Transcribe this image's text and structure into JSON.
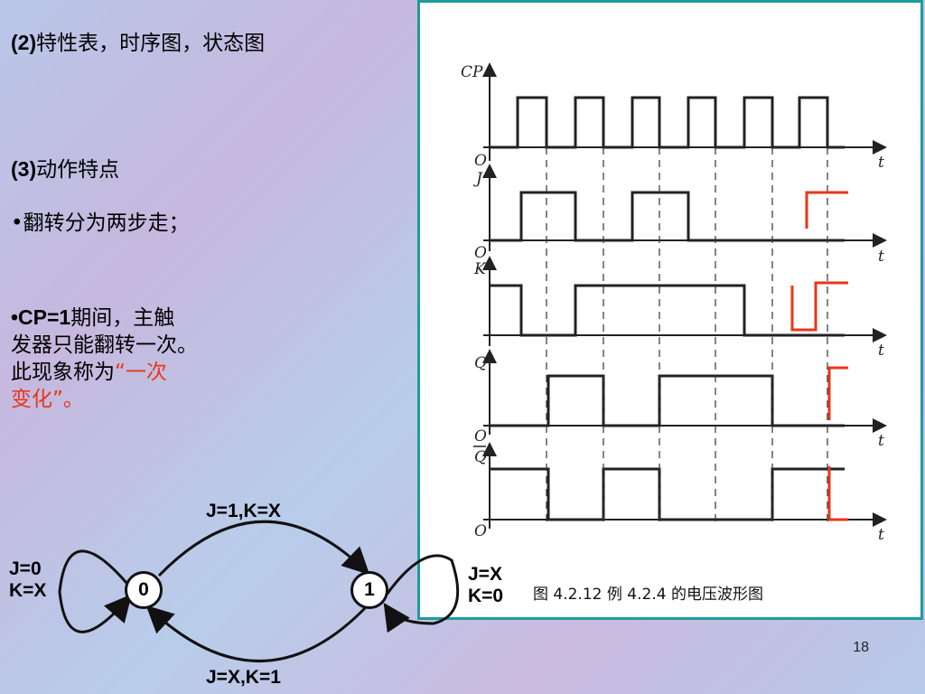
{
  "slide": {
    "heading2_prefix": "(2)",
    "heading2_text": "特性表，时序图，状态图",
    "heading3_prefix": "(3)",
    "heading3_text": "动作特点",
    "bullet1": "•翻转分为两步走；",
    "bullet2_prefix": "•CP=1",
    "bullet2_line1": "期间，主触",
    "bullet2_line2": "发器只能翻转一次。",
    "bullet2_line3a": "此现象称为",
    "bullet2_line3b": "“一次",
    "bullet2_line4a": "变化”",
    "bullet2_line4b": "。",
    "page_number": "18"
  },
  "figure": {
    "caption": "图 4.2.12   例 4.2.4 的电压波形图",
    "signals": {
      "cp": "CP",
      "j": "J",
      "k": "K",
      "q": "Q",
      "qbar": "Q"
    },
    "origin": "O",
    "time_axis": "t",
    "colors": {
      "frame": "#1e9c9a",
      "annotation": "#e8361b"
    }
  },
  "state_diagram": {
    "states": [
      "0",
      "1"
    ],
    "top_arc_label": "J=1,K=X",
    "bottom_arc_label": "J=X,K=1",
    "self_loop_0": {
      "line1": "J=0",
      "line2": "K=X"
    },
    "self_loop_1": {
      "line1": "J=X",
      "line2": "K=0"
    }
  }
}
